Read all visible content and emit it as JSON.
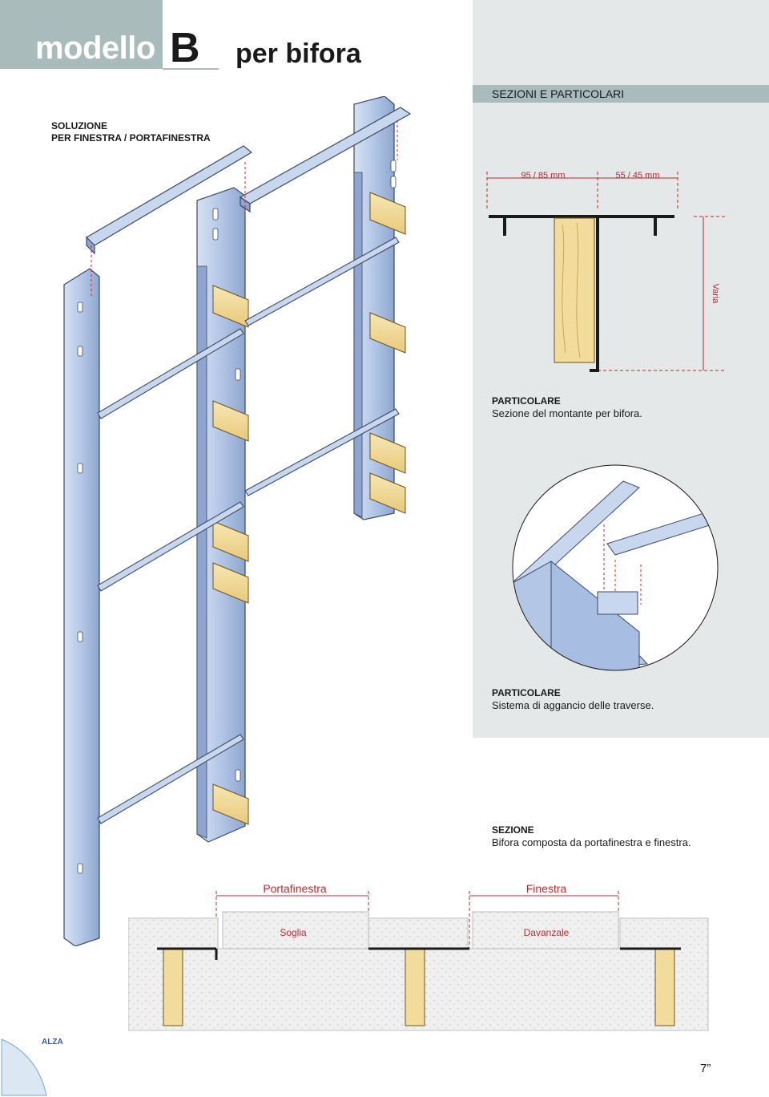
{
  "header": {
    "model_word": "modello",
    "model_letter": "B",
    "subtitle": "per bifora",
    "sections_title": "SEZIONI E PARTICOLARI"
  },
  "solution_label": {
    "line1": "SOLUZIONE",
    "line2": "PER FINESTRA / PORTAFINESTRA"
  },
  "detail1": {
    "dim_left": "95 / 85 mm",
    "dim_right": "55 / 45 mm",
    "dim_vertical": "Varia",
    "caption_title": "PARTICOLARE",
    "caption_text": "Sezione del montante per bifora."
  },
  "detail2": {
    "caption_title": "PARTICOLARE",
    "caption_text": "Sistema di aggancio delle traverse."
  },
  "section": {
    "caption_title": "SEZIONE",
    "caption_text": "Bifora composta da portafinestra e finestra.",
    "label_door": "Portafinestra",
    "label_window": "Finestra",
    "label_threshold": "Soglia",
    "label_sill": "Davanzale"
  },
  "footer": {
    "brand": "ALZA",
    "page_number": "7”"
  },
  "colors": {
    "header_band": "#a9bcbb",
    "panel_bg": "#e5e8e8",
    "metal": "#b7c9e6",
    "wood": "#f2dc9b",
    "dimension_red": "#c0282e"
  }
}
